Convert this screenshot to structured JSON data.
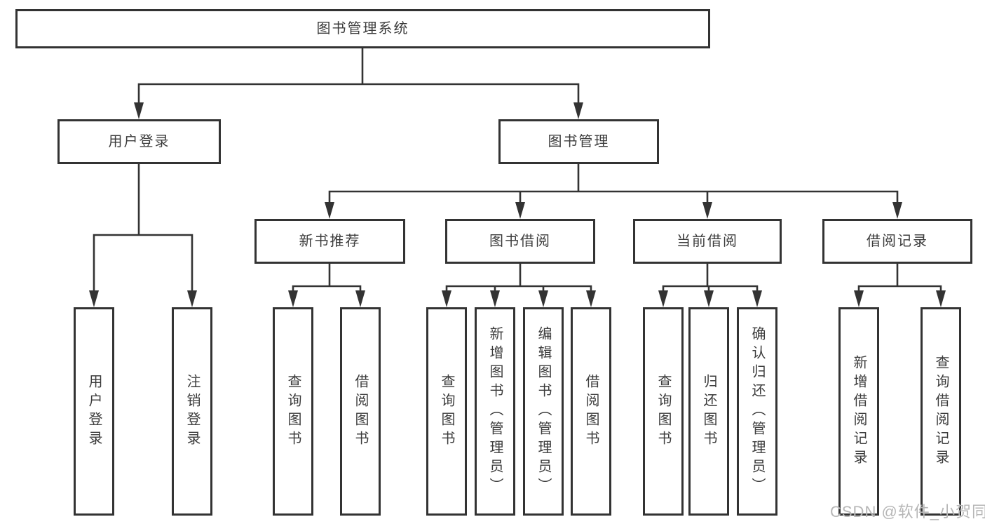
{
  "tree": {
    "root": "图书管理系统",
    "branches": [
      {
        "label": "用户登录",
        "children": [
          {
            "label": "用户登录"
          },
          {
            "label": "注销登录"
          }
        ]
      },
      {
        "label": "图书管理",
        "children": [
          {
            "label": "新书推荐",
            "children": [
              {
                "label": "查询图书"
              },
              {
                "label": "借阅图书"
              }
            ]
          },
          {
            "label": "图书借阅",
            "children": [
              {
                "label": "查询图书"
              },
              {
                "label": "新增图书（管理员）"
              },
              {
                "label": "编辑图书（管理员）"
              },
              {
                "label": "借阅图书"
              }
            ]
          },
          {
            "label": "当前借阅",
            "children": [
              {
                "label": "查询图书"
              },
              {
                "label": "归还图书"
              },
              {
                "label": "确认归还（管理员）"
              }
            ]
          },
          {
            "label": "借阅记录",
            "children": [
              {
                "label": "新增借阅记录"
              },
              {
                "label": "查询借阅记录"
              }
            ]
          }
        ]
      }
    ]
  },
  "watermark": "CSDN @软件_小贺同学",
  "colors": {
    "line": "#333333",
    "text": "#3c3c3c",
    "watermark": "#b6b6b6"
  }
}
